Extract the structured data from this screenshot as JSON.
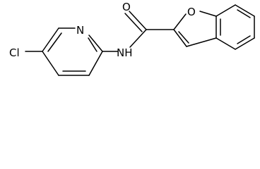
{
  "molecule": {
    "atoms": {
      "carbonyl_oxygen": "O",
      "furan_oxygen": "O",
      "pyridine_nitrogen": "N",
      "amide_nh": "NH",
      "chlorine": "Cl"
    }
  },
  "colors": {
    "bond": "#000000",
    "label": "#000000",
    "background": "#ffffff"
  }
}
